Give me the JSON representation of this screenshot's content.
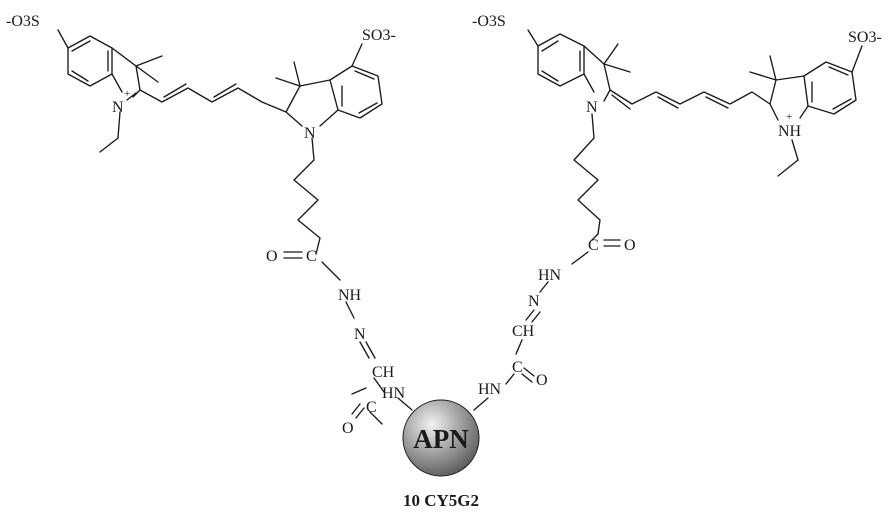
{
  "atoms": {
    "so3_left": "-O3S",
    "n_left_plus": "N",
    "n_center_left": "N",
    "so3_center_left": "SO3-",
    "o_left_amide1": "O",
    "c_left_amide1": "C",
    "nh_left": "NH",
    "n_left_imine": "N",
    "ch_left": "CH",
    "c_left_amide2": "C",
    "o_left_amide2": "O",
    "hn_left_apn": "HN",
    "so3_center_right": "-O3S",
    "n_center_right": "N",
    "so3_right": "SO3-",
    "nh_right_plus": "NH",
    "c_right_amide1": "C",
    "o_right_amide1": "O",
    "hn_right": "HN",
    "n_right_imine": "N",
    "ch_right": "CH",
    "c_right_amide2": "C",
    "o_right_amide2": "O",
    "hn_right_apn": "HN"
  },
  "charges": {
    "left_plus": "+",
    "right_plus": "+"
  },
  "nanoparticle": {
    "label": "APN"
  },
  "caption": "10 CY5G2",
  "colors": {
    "ink": "#1a1a1a",
    "sphere_light": "#f2f2f2",
    "sphere_dark": "#555555"
  }
}
